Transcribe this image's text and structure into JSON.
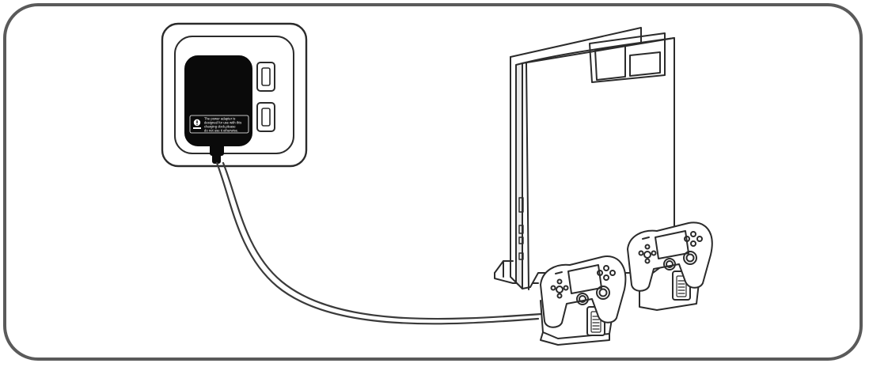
{
  "diagram": {
    "adapter_label": {
      "line1": "The power adapter is",
      "line2": "designed for use with this",
      "line3": "charging dock,please",
      "line4": "do not use it otherwise."
    },
    "colors": {
      "outline": "#2b2b2b",
      "frame": "#5a5a5a",
      "adapter": "#0a0a0a",
      "cable": "#3a3a3a"
    },
    "icons": [
      "wall-outlet-icon",
      "power-adapter-icon",
      "warning-icon",
      "console-icon",
      "controller-icon",
      "battery-icon"
    ]
  }
}
